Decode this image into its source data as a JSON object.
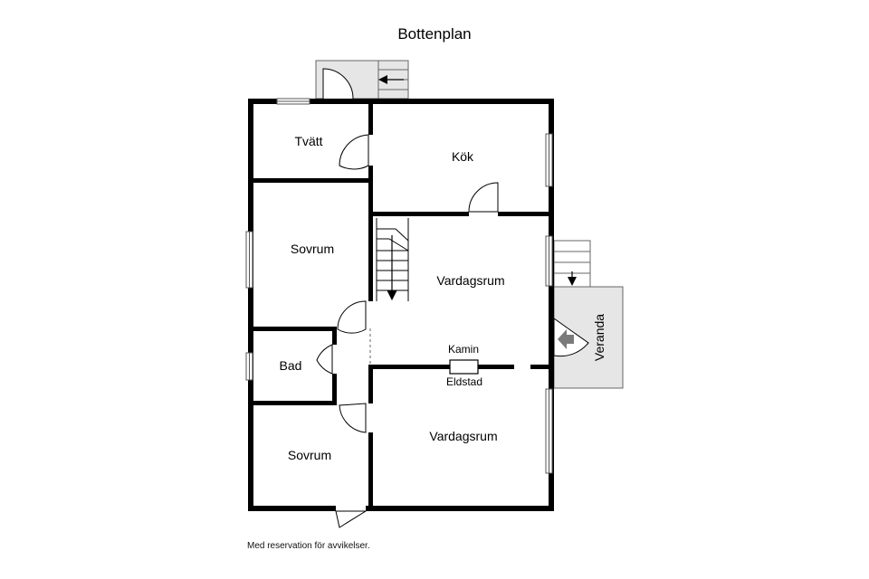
{
  "plan": {
    "title": "Bottenplan",
    "disclaimer": "Med reservation för avvikelser."
  },
  "rooms": {
    "tvatt": "Tvätt",
    "kok": "Kök",
    "sovrum_upper": "Sovrum",
    "vardagsrum_upper": "Vardagsrum",
    "bad": "Bad",
    "kamin": "Kamin",
    "eldstad": "Eldstad",
    "sovrum_lower": "Sovrum",
    "vardagsrum_lower": "Vardagsrum",
    "veranda": "Veranda"
  },
  "colors": {
    "wall": "#000000",
    "outdoor_fill": "#e6e6e6",
    "window_fill": "#ffffff"
  }
}
